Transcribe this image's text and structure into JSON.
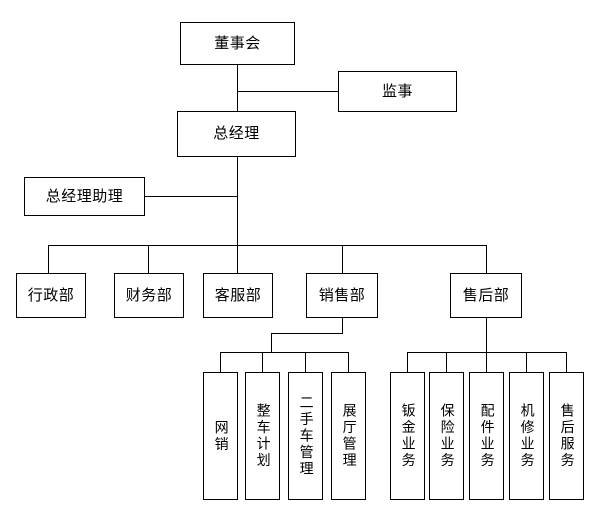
{
  "chart_data": {
    "type": "diagram",
    "title": "",
    "diagram_kind": "org-chart",
    "orientation": "top-down",
    "nodes": [
      {
        "id": "board",
        "label": "董事会",
        "level": 0,
        "text_orientation": "horizontal"
      },
      {
        "id": "supervisor",
        "label": "监事",
        "level": 0,
        "text_orientation": "horizontal"
      },
      {
        "id": "gm",
        "label": "总经理",
        "level": 1,
        "text_orientation": "horizontal"
      },
      {
        "id": "gm_assistant",
        "label": "总经理助理",
        "level": 2,
        "text_orientation": "horizontal"
      },
      {
        "id": "admin",
        "label": "行政部",
        "level": 3,
        "text_orientation": "horizontal"
      },
      {
        "id": "finance",
        "label": "财务部",
        "level": 3,
        "text_orientation": "horizontal"
      },
      {
        "id": "customer",
        "label": "客服部",
        "level": 3,
        "text_orientation": "horizontal"
      },
      {
        "id": "sales",
        "label": "销售部",
        "level": 3,
        "text_orientation": "horizontal"
      },
      {
        "id": "aftersales",
        "label": "售后部",
        "level": 3,
        "text_orientation": "horizontal"
      },
      {
        "id": "online_sales",
        "label": "网销",
        "level": 4,
        "text_orientation": "vertical"
      },
      {
        "id": "vehicle_plan",
        "label": "整车计划",
        "level": 4,
        "text_orientation": "vertical"
      },
      {
        "id": "used_car",
        "label": "二手车管理",
        "level": 4,
        "text_orientation": "vertical"
      },
      {
        "id": "showroom",
        "label": "展厅管理",
        "level": 4,
        "text_orientation": "vertical"
      },
      {
        "id": "bodywork",
        "label": "钣金业务",
        "level": 4,
        "text_orientation": "vertical"
      },
      {
        "id": "insurance",
        "label": "保险业务",
        "level": 4,
        "text_orientation": "vertical"
      },
      {
        "id": "parts",
        "label": "配件业务",
        "level": 4,
        "text_orientation": "vertical"
      },
      {
        "id": "repair",
        "label": "机修业务",
        "level": 4,
        "text_orientation": "vertical"
      },
      {
        "id": "service",
        "label": "售后服务",
        "level": 4,
        "text_orientation": "vertical"
      }
    ],
    "edges": [
      {
        "from": "board",
        "to": "supervisor"
      },
      {
        "from": "board",
        "to": "gm"
      },
      {
        "from": "gm",
        "to": "gm_assistant"
      },
      {
        "from": "gm",
        "to": "admin"
      },
      {
        "from": "gm",
        "to": "finance"
      },
      {
        "from": "gm",
        "to": "customer"
      },
      {
        "from": "gm",
        "to": "sales"
      },
      {
        "from": "gm",
        "to": "aftersales"
      },
      {
        "from": "sales",
        "to": "online_sales"
      },
      {
        "from": "sales",
        "to": "vehicle_plan"
      },
      {
        "from": "sales",
        "to": "used_car"
      },
      {
        "from": "sales",
        "to": "showroom"
      },
      {
        "from": "aftersales",
        "to": "bodywork"
      },
      {
        "from": "aftersales",
        "to": "insurance"
      },
      {
        "from": "aftersales",
        "to": "parts"
      },
      {
        "from": "aftersales",
        "to": "repair"
      },
      {
        "from": "aftersales",
        "to": "service"
      }
    ],
    "colors": {
      "background": "#ffffff",
      "box_border": "#000000",
      "box_fill": "#ffffff",
      "line": "#000000",
      "text": "#000000"
    }
  }
}
